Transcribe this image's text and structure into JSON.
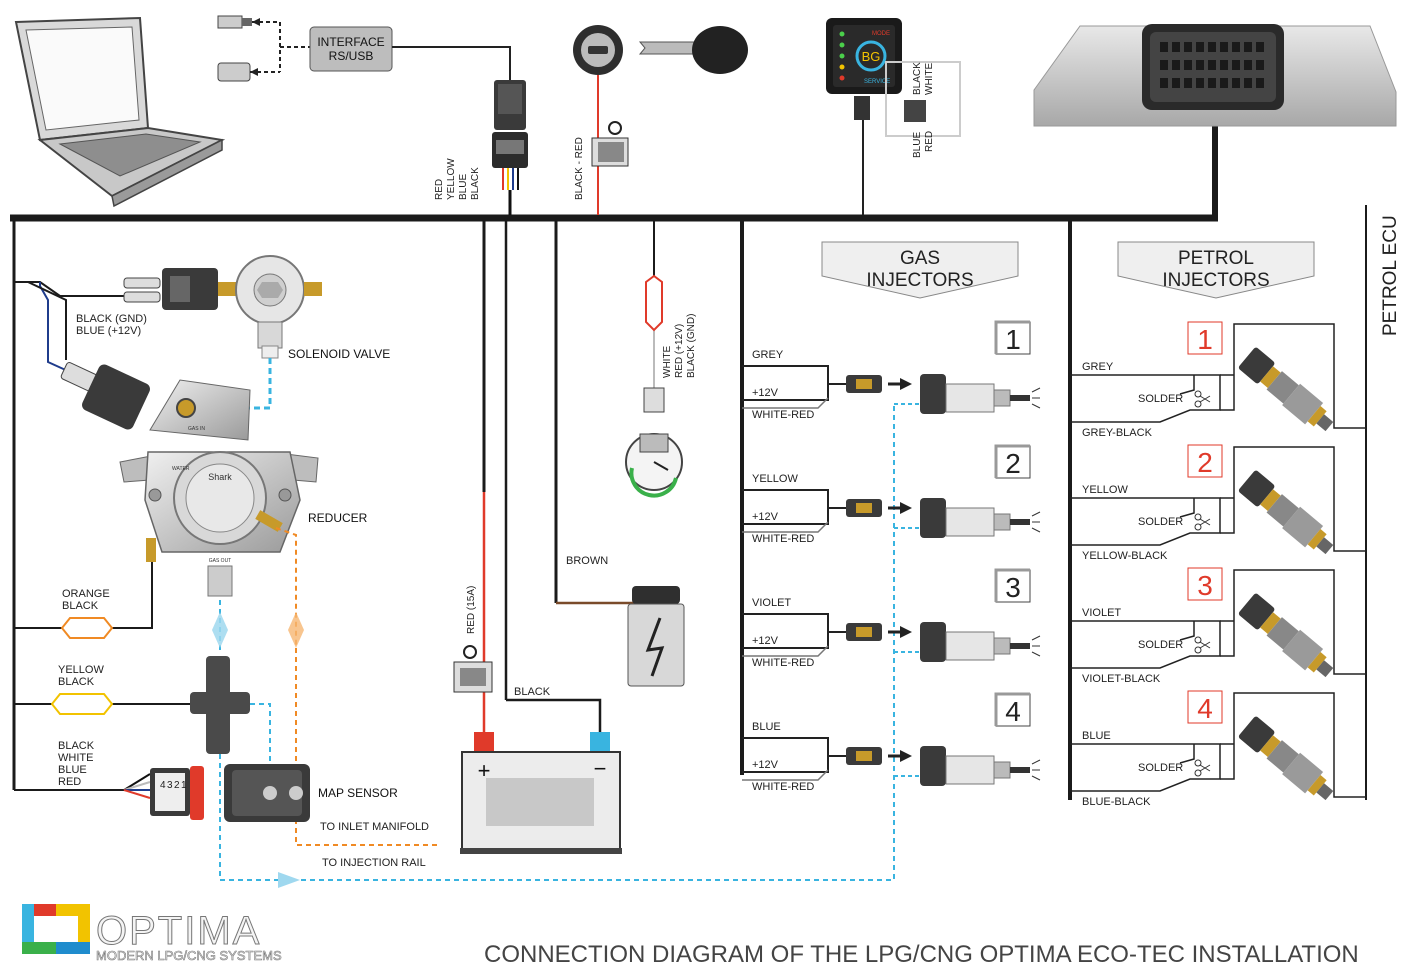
{
  "title": "CONNECTION DIAGRAM OF THE LPG/CNG OPTIMA ECO-TEC INSTALLATION",
  "logo": {
    "brand": "OPTIMA",
    "tagline": "MODERN LPG/CNG SYSTEMS"
  },
  "interface": {
    "label_line1": "INTERFACE",
    "label_line2": "RS/USB"
  },
  "connector_wires": [
    "RED",
    "YELLOW",
    "BLUE",
    "BLACK"
  ],
  "key_wire": "BLACK - RED",
  "switch_wires": {
    "top": [
      "BLACK",
      "WHITE"
    ],
    "bottom": [
      "BLUE",
      "RED"
    ]
  },
  "switch_display": {
    "logo": "BG",
    "service": "SERVICE",
    "mode": "MODE"
  },
  "petrol_ecu": "PETROL ECU",
  "solenoid": {
    "label": "SOLENOID VALVE",
    "wire1": "BLACK (GND)",
    "wire2": "BLUE (+12V)"
  },
  "reducer": {
    "label": "REDUCER",
    "brand": "Shark",
    "gas_out": "GAS OUT",
    "gas_in": "GAS IN",
    "water": "WATER"
  },
  "temp_sensor": {
    "wire1": "ORANGE",
    "wire2": "BLACK"
  },
  "filter_sensor": {
    "wire1": "YELLOW",
    "wire2": "BLACK"
  },
  "map_sensor": {
    "label": "MAP SENSOR",
    "wires": [
      "BLACK",
      "WHITE",
      "BLUE",
      "RED"
    ],
    "pins": [
      "4",
      "3",
      "2",
      "1"
    ]
  },
  "inlet_manifold": "TO INLET MANIFOLD",
  "injection_rail": "TO INJECTION RAIL",
  "level_sensor_wires": {
    "w1": "WHITE",
    "w2": "RED (+12V)",
    "w3": "BLACK (GND)"
  },
  "fuse_wire": "RED (15A)",
  "battery_wire": "BLACK",
  "coil_wire": "BROWN",
  "battery": {
    "plus": "+",
    "minus": "−"
  },
  "gas_injectors": {
    "title_line1": "GAS",
    "title_line2": "INJECTORS",
    "items": [
      {
        "num": "1",
        "signal": "GREY",
        "plus": "+12V",
        "return": "WHITE-RED"
      },
      {
        "num": "2",
        "signal": "YELLOW",
        "plus": "+12V",
        "return": "WHITE-RED"
      },
      {
        "num": "3",
        "signal": "VIOLET",
        "plus": "+12V",
        "return": "WHITE-RED"
      },
      {
        "num": "4",
        "signal": "BLUE",
        "plus": "+12V",
        "return": "WHITE-RED"
      }
    ]
  },
  "petrol_injectors": {
    "title_line1": "PETROL",
    "title_line2": "INJECTORS",
    "items": [
      {
        "num": "1",
        "wire": "GREY",
        "solder": "SOLDER",
        "return": "GREY-BLACK"
      },
      {
        "num": "2",
        "wire": "YELLOW",
        "solder": "SOLDER",
        "return": "YELLOW-BLACK"
      },
      {
        "num": "3",
        "wire": "VIOLET",
        "solder": "SOLDER",
        "return": "VIOLET-BLACK"
      },
      {
        "num": "4",
        "wire": "BLUE",
        "solder": "SOLDER",
        "return": "BLUE-BLACK"
      }
    ]
  },
  "colors": {
    "red": "#e03a2a",
    "yellow": "#f2c300",
    "blue": "#1f3c8c",
    "violet": "#8b2c6a",
    "orange": "#f08a24",
    "cyan": "#39b4e0",
    "brown": "#7a4b2a"
  }
}
